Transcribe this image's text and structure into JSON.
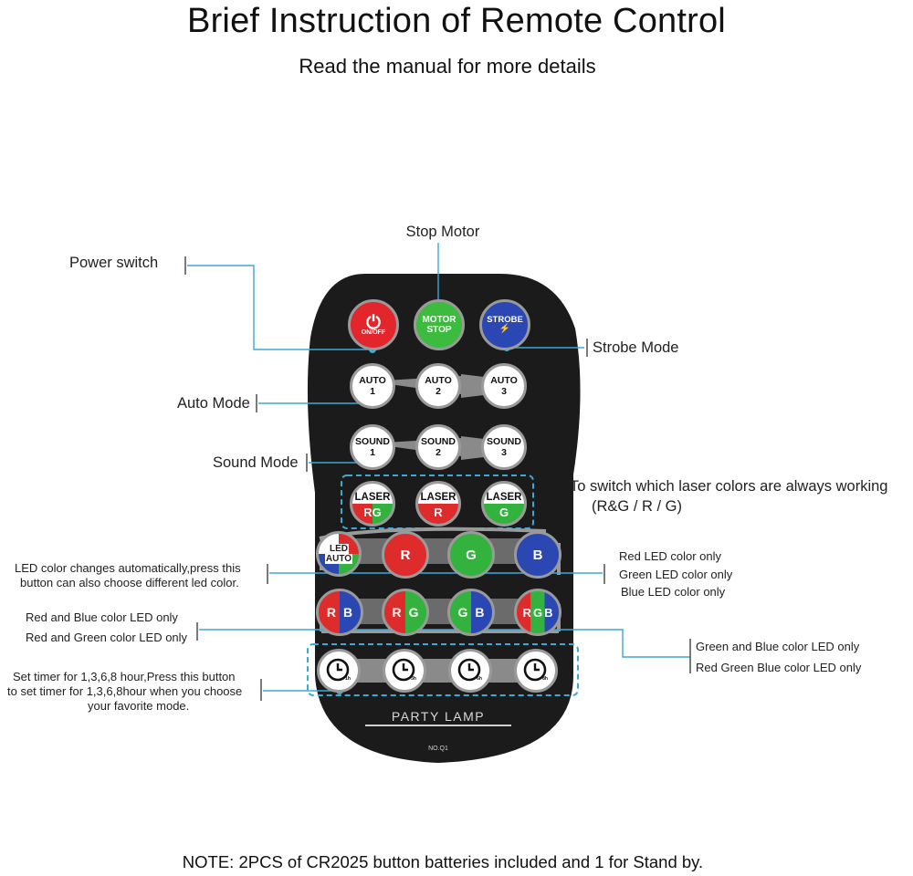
{
  "header": {
    "title": "Brief Instruction of Remote Control",
    "subtitle": "Read the manual for more details"
  },
  "footnote": "NOTE: 2PCS of CR2025 button batteries included and 1 for Stand by.",
  "remote": {
    "body_color": "#1b1b1b",
    "power": {
      "label": "ON/OFF",
      "icon": "power-icon",
      "color": "#e3262b"
    },
    "motor": {
      "line1": "MOTOR",
      "line2": "STOP",
      "color": "#3dbb3e"
    },
    "strobe": {
      "label": "STROBE",
      "icon": "lightning-icon",
      "color": "#2b47b3"
    },
    "auto": [
      {
        "line1": "AUTO",
        "line2": "1"
      },
      {
        "line1": "AUTO",
        "line2": "2"
      },
      {
        "line1": "AUTO",
        "line2": "3"
      }
    ],
    "sound": [
      {
        "line1": "SOUND",
        "line2": "1"
      },
      {
        "line1": "SOUND",
        "line2": "2"
      },
      {
        "line1": "SOUND",
        "line2": "3"
      }
    ],
    "laser": [
      {
        "top": "LASER",
        "letters": "RG"
      },
      {
        "top": "LASER",
        "letters": "R"
      },
      {
        "top": "LASER",
        "letters": "G"
      }
    ],
    "led_auto": {
      "line1": "LED",
      "line2": "AUTO"
    },
    "single_colors": [
      "R",
      "G",
      "B"
    ],
    "combos": [
      {
        "letters": [
          "R",
          "B"
        ]
      },
      {
        "letters": [
          "R",
          "G"
        ]
      },
      {
        "letters": [
          "G",
          "B"
        ]
      },
      {
        "letters": [
          "R",
          "G",
          "B"
        ]
      }
    ],
    "timers": [
      {
        "icon": "clock-icon",
        "hours": "1h"
      },
      {
        "icon": "clock-icon",
        "hours": "3h"
      },
      {
        "icon": "clock-icon",
        "hours": "6h"
      },
      {
        "icon": "clock-icon",
        "hours": "8h"
      }
    ],
    "brand": "PARTY LAMP",
    "model": "NO.Q1"
  },
  "annotations": {
    "stop_motor": "Stop Motor",
    "power_switch": "Power switch",
    "strobe_mode": "Strobe Mode",
    "auto_mode": "Auto Mode",
    "sound_mode": "Sound Mode",
    "laser_switch_line1": "To switch which laser colors are always working",
    "laser_switch_line2": "(R&G / R / G)",
    "led_auto_line1": "LED color changes automatically,press this",
    "led_auto_line2": "button can also choose different led color.",
    "red_only": "Red LED color only",
    "green_only": "Green LED color only",
    "blue_only": "Blue LED color only",
    "red_blue": "Red and Blue color LED only",
    "red_green": "Red and Green color LED only",
    "green_blue": "Green and Blue color LED only",
    "rgb": "Red Green Blue color LED only",
    "timer_line1": "Set timer for 1,3,6,8 hour,Press this button",
    "timer_line2": "to set timer for 1,3,6,8hour when you choose",
    "timer_line3": "your favorite mode."
  }
}
